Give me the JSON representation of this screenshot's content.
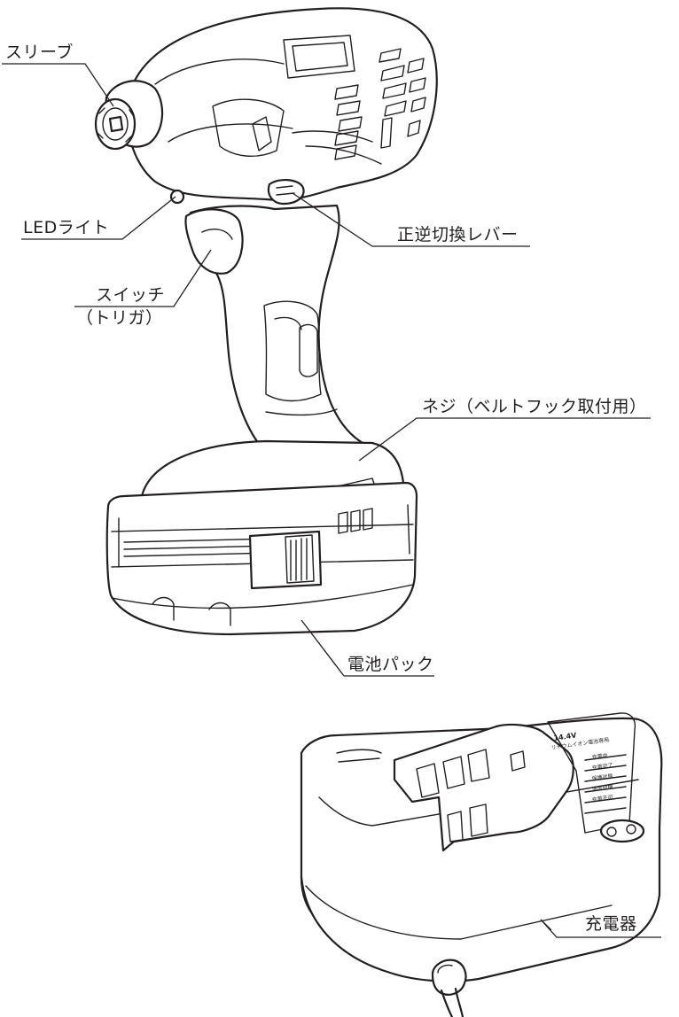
{
  "labels": {
    "sleeve": "スリーブ",
    "led_light": "LEDライト",
    "switch_line1": "スイッチ",
    "switch_line2": "（トリガ）",
    "reverse_lever": "正逆切換レバー",
    "screw": "ネジ（ベルトフック取付用）",
    "battery_pack": "電池パック",
    "charger": "充電器"
  },
  "charger_panel": {
    "voltage": "14.4V",
    "type": "リチウムイオン電池専用",
    "rows": [
      "充電中",
      "充電完了",
      "保護状態",
      "温度待機",
      "充電不可"
    ]
  },
  "colors": {
    "ink": "#231f20",
    "background": "#ffffff"
  }
}
